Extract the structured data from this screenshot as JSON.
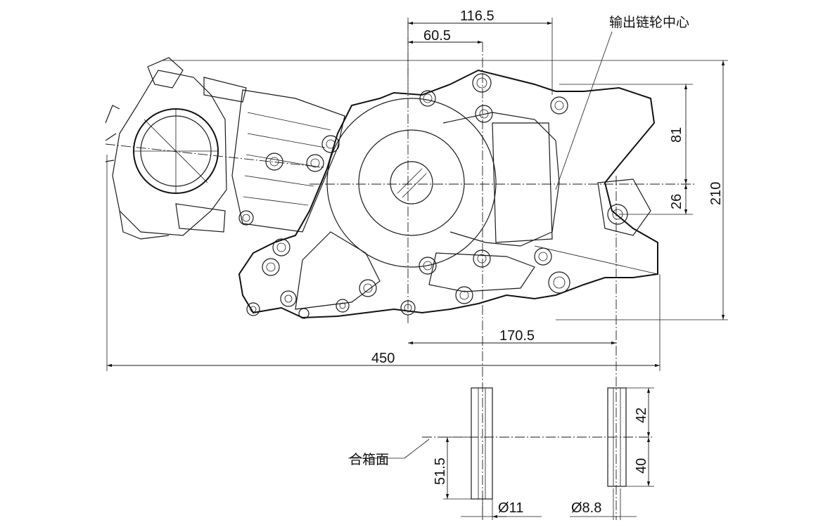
{
  "labels": {
    "output_sprocket_center": "输出链轮中心",
    "parting_face": "合箱面"
  },
  "dimensions": {
    "d_116_5": "116.5",
    "d_60_5": "60.5",
    "d_81": "81",
    "d_26": "26",
    "d_210": "210",
    "d_170_5": "170.5",
    "d_450": "450",
    "d_42": "42",
    "d_40": "40",
    "d_51_5": "51.5",
    "d_hole_11": "Ø11",
    "d_hole_8_8": "Ø8.8"
  }
}
